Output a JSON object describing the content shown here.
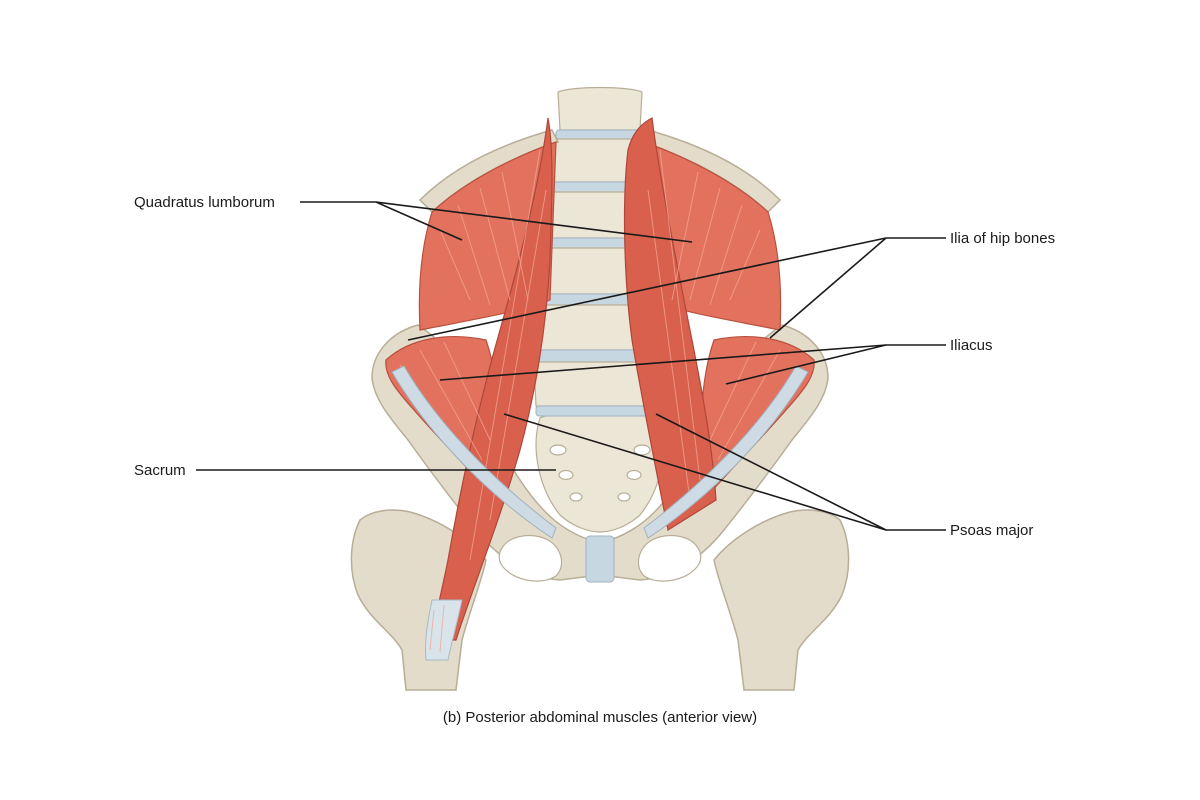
{
  "labels": {
    "quadratus_lumborum": "Quadratus lumborum",
    "ilia_of_hip_bones": "Ilia of hip bones",
    "iliacus": "Iliacus",
    "sacrum": "Sacrum",
    "psoas_major": "Psoas major"
  },
  "caption": "(b) Posterior abdominal muscles (anterior view)",
  "colors": {
    "muscle": "#e2725e",
    "bone": "#e3dcca",
    "disc": "#c6d7e2",
    "leader_line": "#1a1a1a"
  }
}
